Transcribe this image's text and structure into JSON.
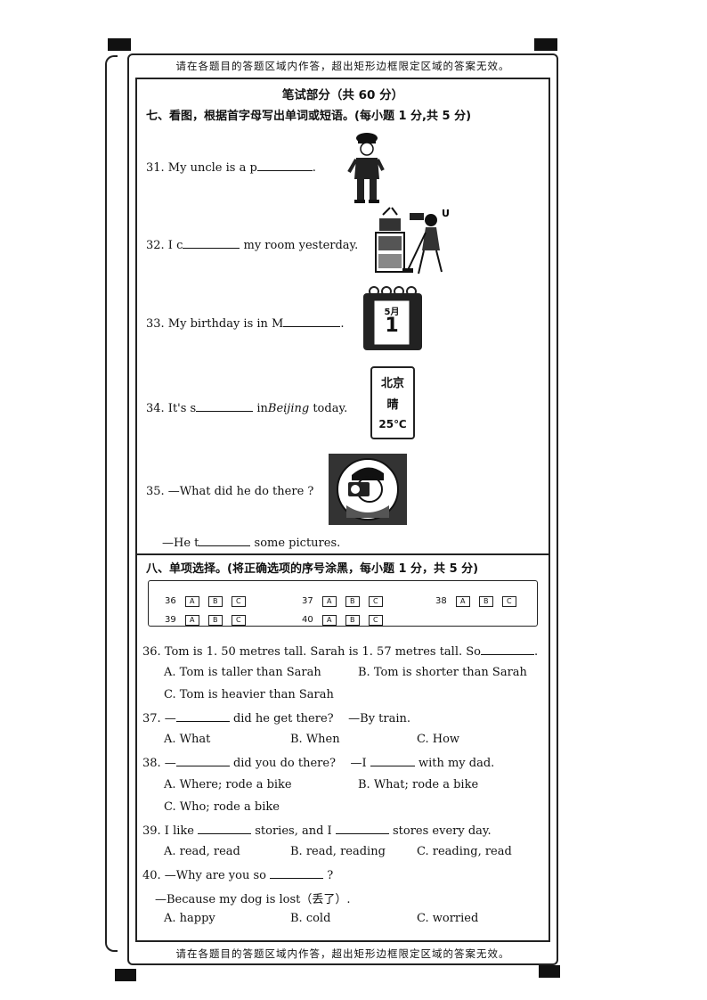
{
  "notice": "请在各题目的答题区域内作答，超出矩形边框限定区域的答案无效。",
  "section_title": "笔试部分（共 60 分）",
  "part7": {
    "heading": "七、看图，根据首字母写出单词或短语。(每小题 1 分,共 5 分)",
    "q31": {
      "before": "31. My uncle is a p",
      "after": "."
    },
    "q32": {
      "before": "32. I c",
      "after": "my room yesterday."
    },
    "q33": {
      "before": "33. My birthday is in M",
      "after": "."
    },
    "q34": {
      "before": "34. It's s",
      "after": "in",
      "city": "Beijing",
      "end": "today."
    },
    "q35": {
      "question": "35. —What did he do there ?",
      "answer_before": "—He t",
      "answer_after": "some pictures."
    },
    "calendar": {
      "month": "5月",
      "day": "1"
    },
    "weather": {
      "city": "北京",
      "condition": "晴",
      "temp": "25℃"
    }
  },
  "part8": {
    "heading": "八、单项选择。(将正确选项的序号涂黑，每小题 1 分，共 5 分)",
    "answer_sheet": {
      "numbers": [
        "36",
        "37",
        "38",
        "39",
        "40"
      ],
      "options": [
        "A",
        "B",
        "C"
      ]
    },
    "q36": {
      "stem": "36. Tom is 1. 50 metres tall. Sarah is 1. 57 metres tall. So",
      "end": ".",
      "a": "A. Tom is taller than Sarah",
      "b": "B. Tom is shorter than Sarah",
      "c": "C. Tom is heavier than Sarah"
    },
    "q37": {
      "before": "37. —",
      "mid": "did he get there?",
      "reply": "—By train.",
      "a": "A. What",
      "b": "B. When",
      "c": "C. How"
    },
    "q38": {
      "before": "38. —",
      "mid": "did you do there?",
      "reply": "—I",
      "reply_end": "with my dad.",
      "a": "A. Where; rode a bike",
      "b": "B. What; rode a bike",
      "c": "C. Who; rode a bike"
    },
    "q39": {
      "before": "39. I like",
      "mid": "stories, and I",
      "end": "stores every day.",
      "a": "A. read, read",
      "b": "B. read, reading",
      "c": "C. reading, read"
    },
    "q40": {
      "before": "40. —Why are you so",
      "end": "?",
      "reply": "—Because my dog is lost（丢了）.",
      "a": "A. happy",
      "b": "B. cold",
      "c": "C. worried"
    }
  }
}
